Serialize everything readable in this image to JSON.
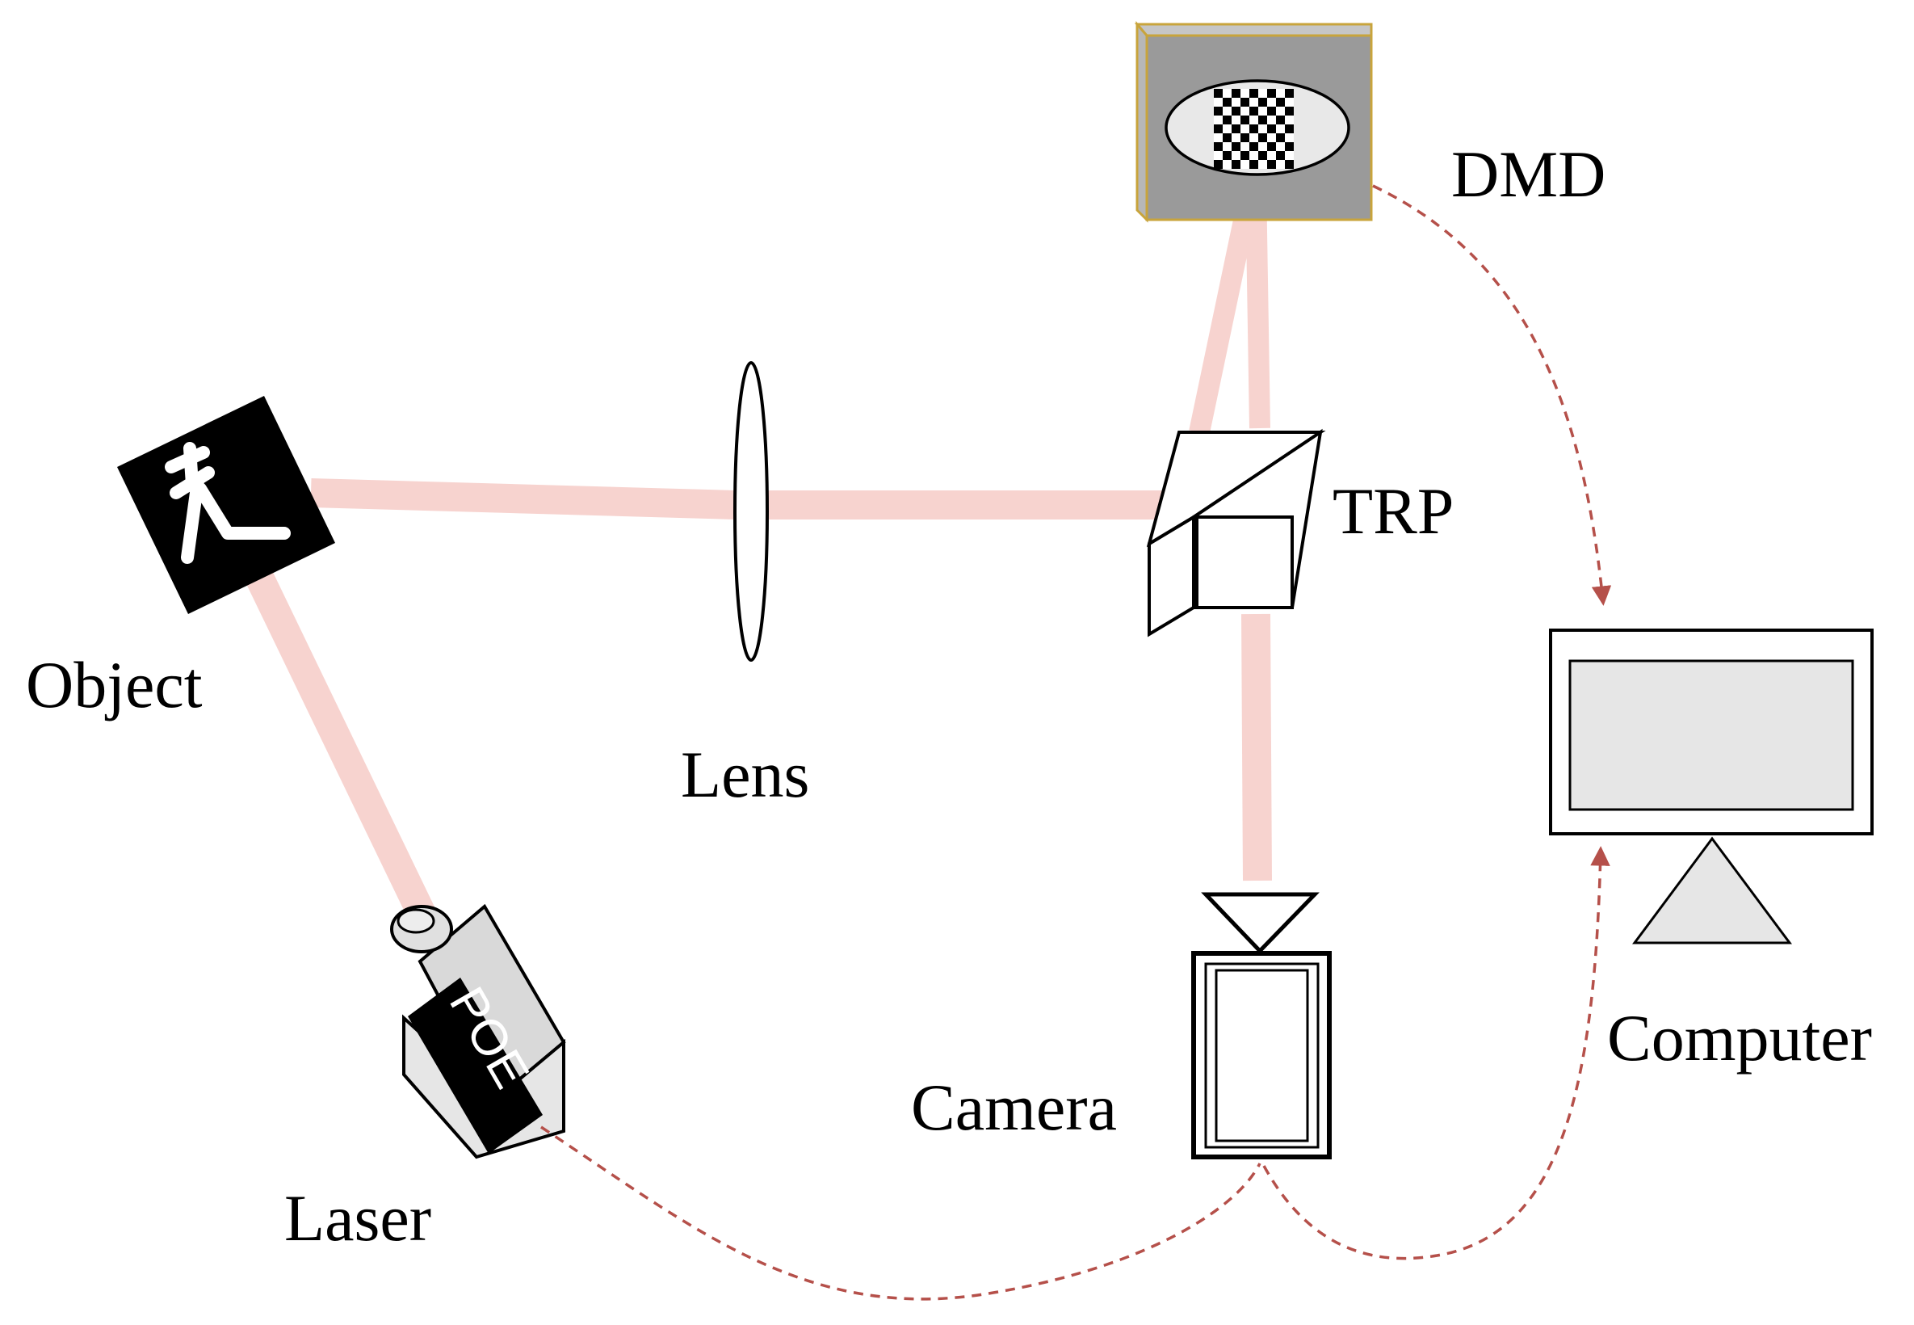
{
  "labels": {
    "dmd": "DMD",
    "trp": "TRP",
    "object": "Object",
    "lens": "Lens",
    "laser": "Laser",
    "poe": "POE",
    "camera": "Camera",
    "computer": "Computer"
  },
  "colors": {
    "beam": "#f7d3cf",
    "signal": "#b5504a",
    "dmd_frame": "#9a9a9a",
    "dmd_border": "#c8a43c",
    "device_gray": "#e6e6e6",
    "laser_gray": "#d9d9d9"
  }
}
